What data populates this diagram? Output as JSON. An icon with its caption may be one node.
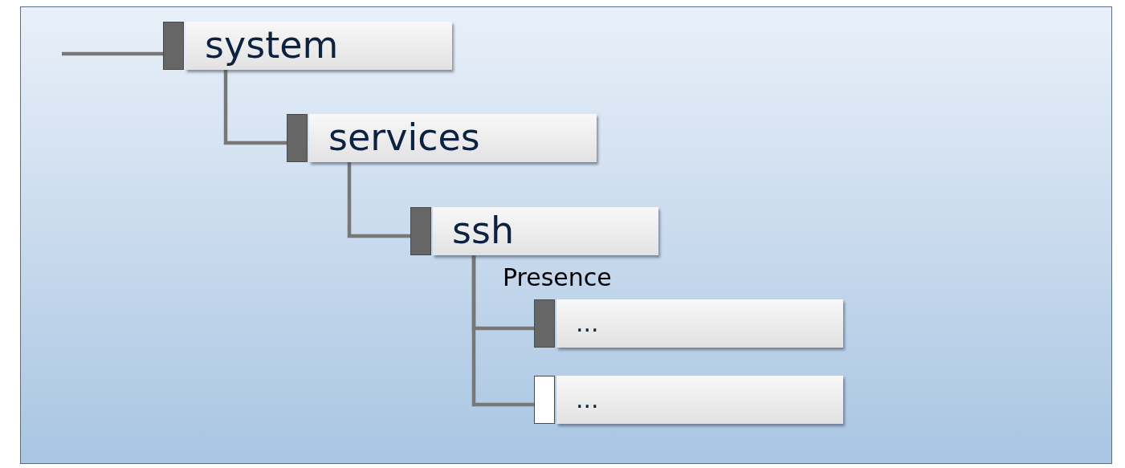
{
  "diagram": {
    "nodes": [
      {
        "text": [
          "system"
        ]
      },
      {
        "text": [
          "services"
        ]
      },
      {
        "text": [
          "ssh"
        ],
        "beside": [
          "Presence"
        ]
      },
      {
        "text": [
          "..."
        ]
      },
      {
        "text": [
          "..."
        ]
      }
    ],
    "edges": [
      {
        "from": null,
        "to": 0,
        "arrow": "none"
      },
      {
        "from": 0,
        "to": 1,
        "arrow": "none"
      },
      {
        "from": 1,
        "to": 2,
        "arrow": "none"
      },
      {
        "from": 2,
        "to": 3,
        "arrow": "none"
      },
      {
        "from": 2,
        "to": 4,
        "arrow": "none"
      }
    ]
  }
}
